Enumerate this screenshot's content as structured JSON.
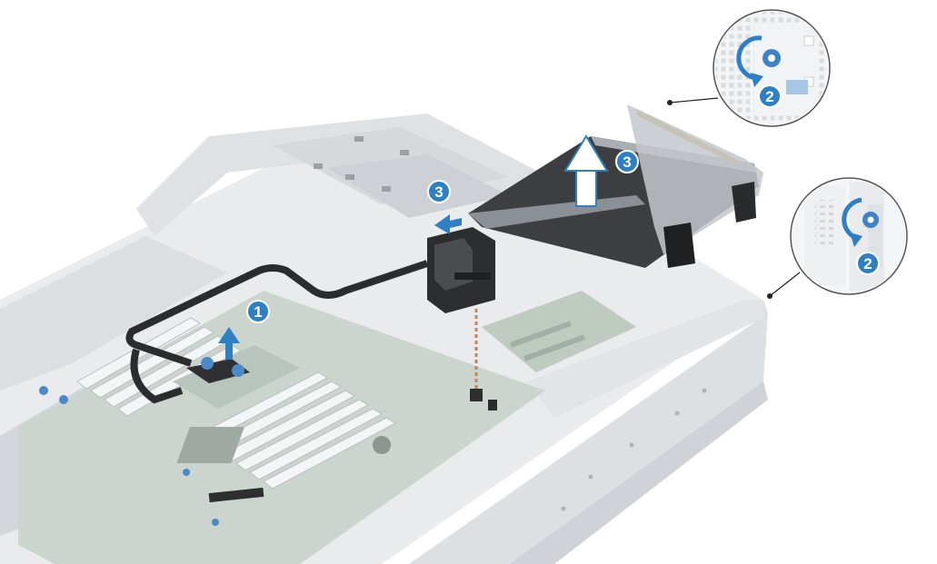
{
  "callouts": [
    {
      "number": "1"
    },
    {
      "number": "2"
    },
    {
      "number": "2"
    },
    {
      "number": "3"
    },
    {
      "number": "3"
    }
  ],
  "colors": {
    "step_badge": "#2f7fc3",
    "arrow": "#2f7fc3",
    "chassis": "#e4e6e8",
    "board": "#c9d3cc",
    "riser": "#3a3b3d",
    "cable": "#2b2c2e"
  },
  "icons": [
    "lift-arrow-icon",
    "push-arrow-icon",
    "rotate-arrow-icon",
    "thumbscrew-icon"
  ]
}
